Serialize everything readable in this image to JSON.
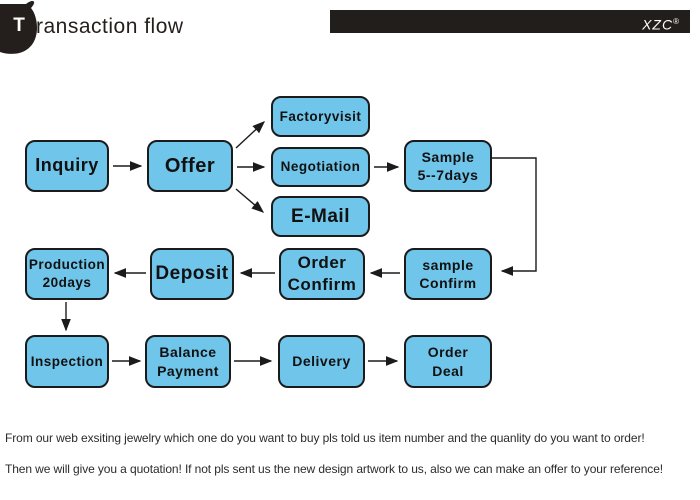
{
  "header": {
    "logo_letter": "T",
    "title": "ransaction flow",
    "brand": "XZC",
    "brand_reg": "®"
  },
  "flowchart": {
    "nodes": {
      "inquiry": {
        "label": "Inquiry"
      },
      "offer": {
        "label": "Offer"
      },
      "factoryvisit": {
        "label": "Factoryvisit"
      },
      "negotiation": {
        "label": "Negotiation"
      },
      "email": {
        "label": "E-Mail"
      },
      "sample": {
        "line1": "Sample",
        "line2": "5--7days"
      },
      "sample_confirm": {
        "line1": "sample",
        "line2": "Confirm"
      },
      "order_confirm": {
        "line1": "Order",
        "line2": "Confirm"
      },
      "deposit": {
        "label": "Deposit"
      },
      "production": {
        "line1": "Production",
        "line2": "20days"
      },
      "inspection": {
        "label": "Inspection"
      },
      "balance_payment": {
        "line1": "Balance",
        "line2": "Payment"
      },
      "delivery": {
        "label": "Delivery"
      },
      "order_deal": {
        "line1": "Order",
        "line2": "Deal"
      }
    },
    "colors": {
      "node_fill": "#6FC5EA",
      "node_border": "#1B1B1B",
      "arrow": "#1B1B1B",
      "bar_background": "#221E1B"
    }
  },
  "footer": {
    "line1": "From our web exsiting jewelry which one do you want to buy pls told us item number and the quanlity do you want to order!",
    "line2": "Then we will give you a quotation! If not pls sent us the new design artwork to us, also we can make an offer to your reference!"
  }
}
